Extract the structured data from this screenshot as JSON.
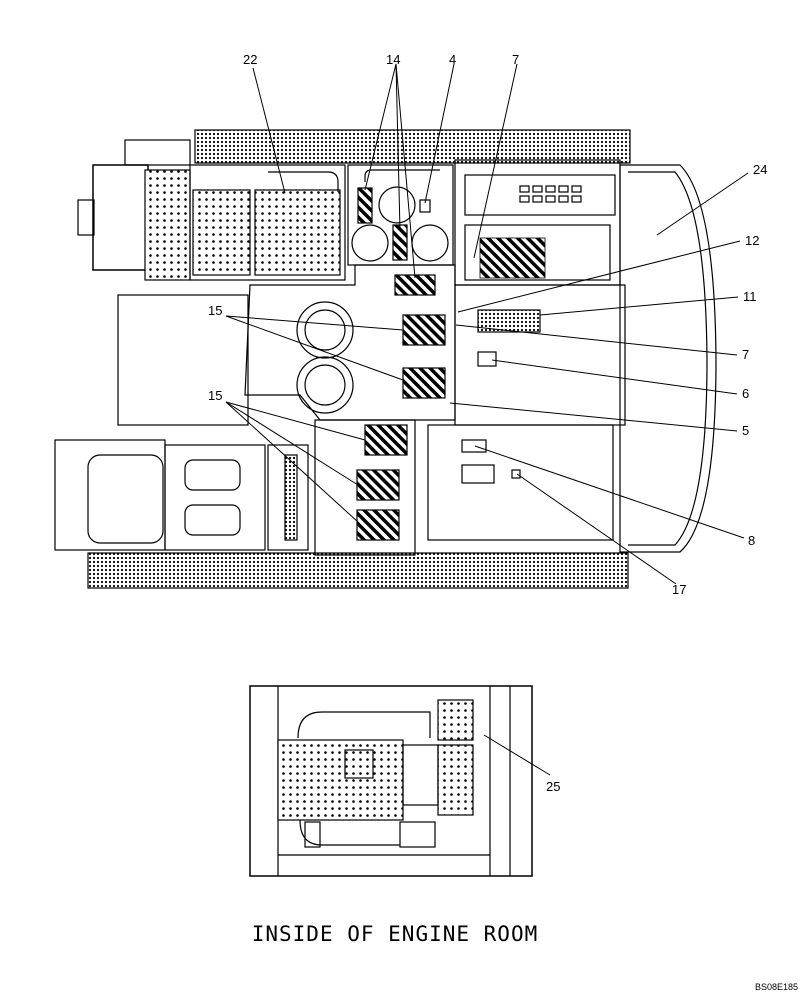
{
  "callouts": {
    "c22": "22",
    "c14": "14",
    "c4": "4",
    "c7_top": "7",
    "c24": "24",
    "c12": "12",
    "c11": "11",
    "c15_a": "15",
    "c15_b": "15",
    "c7_right": "7",
    "c6": "6",
    "c5": "5",
    "c8": "8",
    "c17": "17",
    "c25": "25"
  },
  "caption": "INSIDE OF ENGINE ROOM",
  "drawing_code": "BS08E185",
  "colors": {
    "line": "#000000",
    "paper": "#ffffff"
  }
}
